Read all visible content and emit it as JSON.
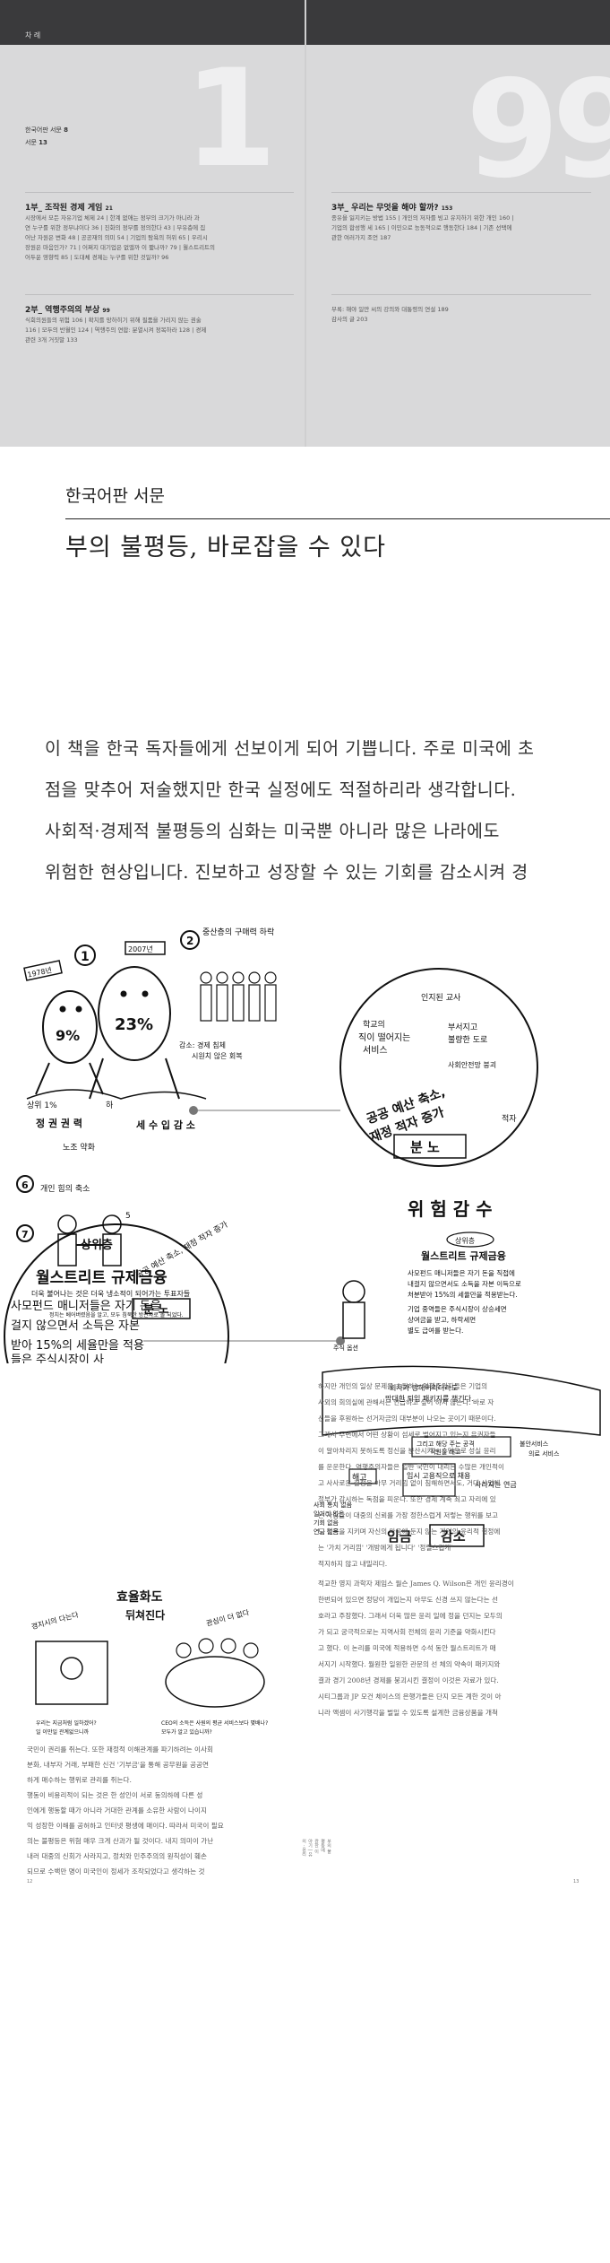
{
  "toc": {
    "header_left": "차 례",
    "big_left": "1",
    "big_right": "99",
    "front": [
      {
        "title": "한국어판 서문",
        "page": "8"
      },
      {
        "title": "서문",
        "page": "13"
      }
    ],
    "part1": {
      "title": "1부_ 조작된 경제 게임",
      "page": "21",
      "lines": [
        "시장에서 모든 자유기업 체제 24 | 한계 없애는 정부의 크기가 아니라 과",
        "연 누구를 위한 정부냐이다 36 | 진화의 정부를 정의한다 43 | 부유층에 집",
        "어난 자원은 변화 48 | 공공재의 의미 54 | 기업의 탐욕의 허위 65 | 우리시",
        "장원은 마음인가? 71 | 어쩌지 대기업은 없앨까 이 짧나까? 79 | 월스트리트의",
        "어두운 영향력 85 | 도대체 경제는 누구를 위한 것일까? 96"
      ]
    },
    "part2": {
      "title": "2부_ 역행주의의 부상",
      "page": "99",
      "lines": [
        "식회의원들의 위험 106 | 확치를 망하히기 위해 필품을 가리지 않는 권술",
        "116 | 모두의 반월인 124 | 역행주의 연합: 분열시켜 정복하라 128 | 경제",
        "관련 3개 거짓말 133"
      ]
    },
    "part3": {
      "title": "3부_ 우리는 무엇을 해야 할까?",
      "page": "153",
      "lines": [
        "종유을 잃지키는 방법 155 | 개인의 저자를 빙고 유지하기 위한 개인 160 |",
        "기업의 합성행 세 165 | 이민으로 능동적으로 행동한다 184 | 기존 선택에",
        "관한 여러가지 조언 187"
      ]
    },
    "appendix": {
      "line1": "부록: 해야 일만 씨의 강의와 대통령의 연설 189",
      "line2": "감사의 글 203"
    }
  },
  "preface": {
    "label": "한국어판 서문",
    "title": "부의 불평등, 바로잡을 수 있다",
    "lines": [
      "이 책을 한국 독자들에게 선보이게 되어 기쁩니다. 주로 미국에 초",
      "점을 맞추어 저술했지만 한국 실정에도 적절하리라 생각합니다.",
      "  사회적·경제적 불평등의 심화는 미국뿐 아니라 많은 나라에도",
      "위험한 현상입니다. 진보하고 성장할 수 있는 기회를 감소시켜 경"
    ]
  },
  "illustration": {
    "left": {
      "n1": "1",
      "n2": "2",
      "n5": "5",
      "n6": "6",
      "n7": "7",
      "year1": "1978년",
      "year2": "2007년",
      "pct1": "9%",
      "pct2": "23%",
      "middle_class": "중산층의 구매력 하락",
      "top1": "상위 1%",
      "lower": "하",
      "fall": "감소: 경제 침체",
      "slow": "시원치 않은 회복",
      "tax": "세 수 입 감 소",
      "union": "노조 약화",
      "bargain": "개인 힘의 축소",
      "politics": "정 권 권 력",
      "budget_cut": "공공 예산 축소, 재정 적자 증가",
      "anger": "분 노",
      "note_more": "더욱 불어나는 것은 더욱 냉소적이 되어가는 투표자들",
      "note_small": "정치는 베어버렸음을 알고, 모두 침묵한 방관자로 돌 되었다."
    },
    "circle1": {
      "top": "인지된 교사",
      "l1": "학교의",
      "l2": "직이 떨어지는",
      "l3": "서비스",
      "r1": "부서지고",
      "r2": "불량한 도로",
      "social": "사회안전망 붕괴",
      "main1": "공공 예산 축소,",
      "main2": "재정 적자 증가",
      "sub": "적자",
      "anger": "분 노"
    },
    "circle2": {
      "top": "상위층",
      "title": "월스트리트 규제금융",
      "l1": "사모펀드 매니저들은 자기 돈을",
      "l2": "걸지 않으면서 소득은 자본",
      "l3": "받아 15%의 세율만을 적용",
      "l4": "들은 주식시장이 사"
    },
    "right": {
      "headline": "위 험 감 수",
      "top": "상위층",
      "title": "월스트리트 규제금융",
      "l1": "사모펀드 매니저들은 자기 돈을 직접에",
      "l2": "내걸지 않으면서도 소득을 자본 이득으로",
      "l3": "처분받아 15%의 세율만을 적용받는다.",
      "l4": "기업 중역들은 주식시장이 상승세면",
      "l5": "상여금을 받고, 하락세면",
      "l6": "별도 급여를 받는다.",
      "tag": "주식 옵션",
      "mid1": "회사가 망해버리더라도",
      "mid2": "막대한 퇴임 패키지를 챙긴다.",
      "b1": "그리고 해당 주는 공격",
      "b2": "직원들 해고",
      "b3": "불안서비스",
      "b4": "의료 서비스",
      "fire": "해고",
      "temp": "임시 고용직으로 채용",
      "ben": "사라지는 연금",
      "n1": "사회 통지 없음",
      "n2": "일거리 없음",
      "n3": "기회 없음",
      "n4": "연금 없음",
      "wage": "임금",
      "cut": "감소"
    }
  },
  "bottom": {
    "cartoon": {
      "text1": "효율화도",
      "text2": "뒤쳐진다",
      "cap1": "경지시의 다는다",
      "cap2": "관심이 더 없다",
      "bubble1": "우리는 지금처럼 일하겠어?",
      "bubble2": "일 이만일 관계없으니까",
      "bubble3": "CEO의 소득은 사원의 평균 서비스보다 몇배나?",
      "bubble4": "모두가 알고 있습니까?"
    },
    "left": [
      "국민이 권리를 쥐는다. 또한 재정적 이해관계를 파기하려는 이사회",
      "분화, 내부자 거래, 부패한 신건 '기부금'을 통해 공무원을 공공연",
      "하게 매수하는 행위로 관리를 쥐는다.",
      "  행동이 비용리적이 되는 것은 한 성인이 서로 동의하에 다른 성",
      "인에게 행동할 때가 아니라 거대한 관계를 소유한 사람이 나이지",
      "익 성장한 이해를 공허하고 인터넷 평생에 매이다. 따라서 미국이 필요",
      "의는 불평등은 위험 매우 크게 산과가 될 것이다. 내지 의미이 가난",
      "내러 대중의 신회가 사라지고, 정치와 민주주의의 원칙성이 훼손",
      "되므로 수백만 명이 미국인이 정세가 조작되었다고 생각하는 것"
    ],
    "right": [
      "하지만 개인의 일상 문제를 초월하는 역행주의자들은 기업의",
      "사외의 회의실에 관해서는 언급하고 싶어 하지 않는다. 바로 자",
      "선들을 후원하는 선거자금의 대부분이 나오는 곳이기 때문이다.",
      "그래서 주변에서 어떤 상황이 섬세로 벌어지고 있는지 유권자들",
      "이 알아차리지 못하도록 정신을 분산시키는 수단으로 성실 윤리",
      "를 운운한다. 역행주의자들은 일반 국민이 내리는 수많은 개인적이",
      "고 사사로운 결정을 아무 거리낌 없이 침해하면서도, 거대 사업에",
      "정부가 감시하는 독점을 피운다. 또한 경제 계속 최고 자리에 있",
      "는 사람들이 대중의 신뢰를 가장 정한스럽게 저렇는 행위를 보고",
      "도 침묵을 지키며 자신의 마음에 둔지 않는 개인의 윤리적 결정에",
      "는 '가치 거리낌' '개방에게 됩니다' '정렬스럽게'",
      "적지하지 않고 내밀리다.",
      "  적교한 영지 과학자 제임스 월슨 James Q. Wilson은 개인 윤리경이",
      "한번되어 있으면 정당이 개입는지 아무도 신경 쓰지 않는다는 선",
      "호라고 주장했다. 그래서 더욱 많은 윤리 일에 정을 던지는 모두의",
      "가 되고 궁극적으로는 지역사회 전체의 윤리 기준을 약화시킨다",
      "고 했다. 이 논리를 미국에 적용하면 수석 동안 월스트리트가 매",
      "서지기 시작했다. 월원한 일원한 관문의 선 체의 약속이 패키지와",
      "결과 경기 2008년 경제를 붕괴시킨 결정이 이것은 자료가 있다.",
      "시티그룹과 JP 모건 체이스의 은행가들은 단지 모든 계한 것이 아",
      "니라 액셈이 사기행각을 벌일 수 있도록 설계한 금융상품을 개척"
    ],
    "gutter": "부의 불평등에 관한 이야기 | 유의 · 윤리",
    "page_left": "12",
    "page_right": "13"
  }
}
